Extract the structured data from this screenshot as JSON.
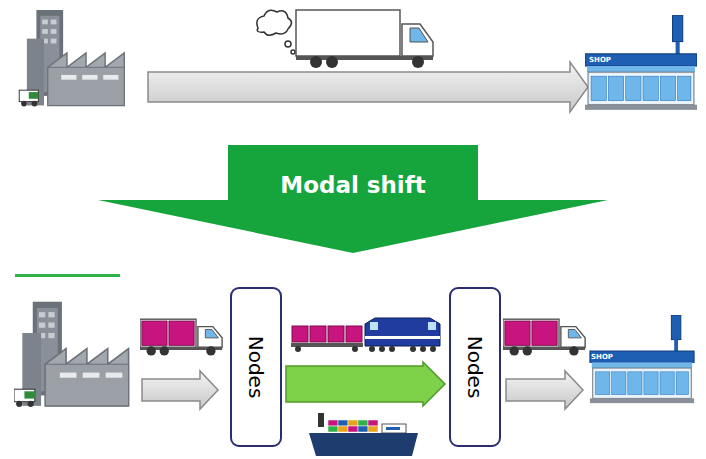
{
  "diagram": {
    "nodes": [
      {
        "text": [
          "Modal shift"
        ]
      },
      {
        "text": [
          "Nodes"
        ]
      },
      {
        "text": [
          "Nodes"
        ]
      }
    ],
    "edges": [
      {
        "from": 1,
        "to": 2,
        "arrow": "to"
      }
    ],
    "labels": [
      "SHOP",
      "SHOP"
    ]
  }
}
